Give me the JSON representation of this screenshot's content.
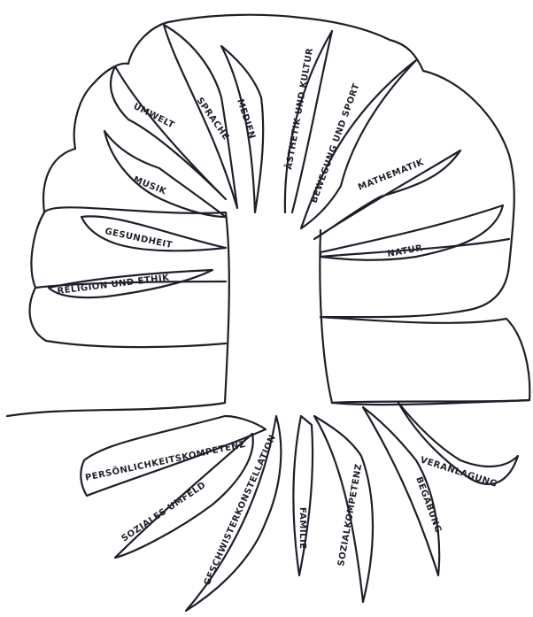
{
  "branches": {
    "umwelt": "UMWELT",
    "sprache": "SPRACHE",
    "medien": "MEDIEN",
    "aesthetik": "ÄSTHETIK UND KULTUR",
    "bewegung": "BEWEGUNG UND SPORT",
    "musik": "MUSIK",
    "mathematik": "MATHEMATIK",
    "gesundheit": "GESUNDHEIT",
    "natur": "NATUR",
    "religion": "RELIGION UND ETHIK"
  },
  "roots": {
    "persoenlichkeit": "PERSÖNLICHKEITSKOMPETENZ",
    "soziales_umfeld": "SOZIALES UMFELD",
    "geschwister": "GESCHWISTERKONSTELLATION",
    "familie": "FAMILIE",
    "sozialkompetenz": "SOZIALKOMPETENZ",
    "begabung": "BEGABUNG",
    "veranlagung": "VERANLAGUNG"
  }
}
